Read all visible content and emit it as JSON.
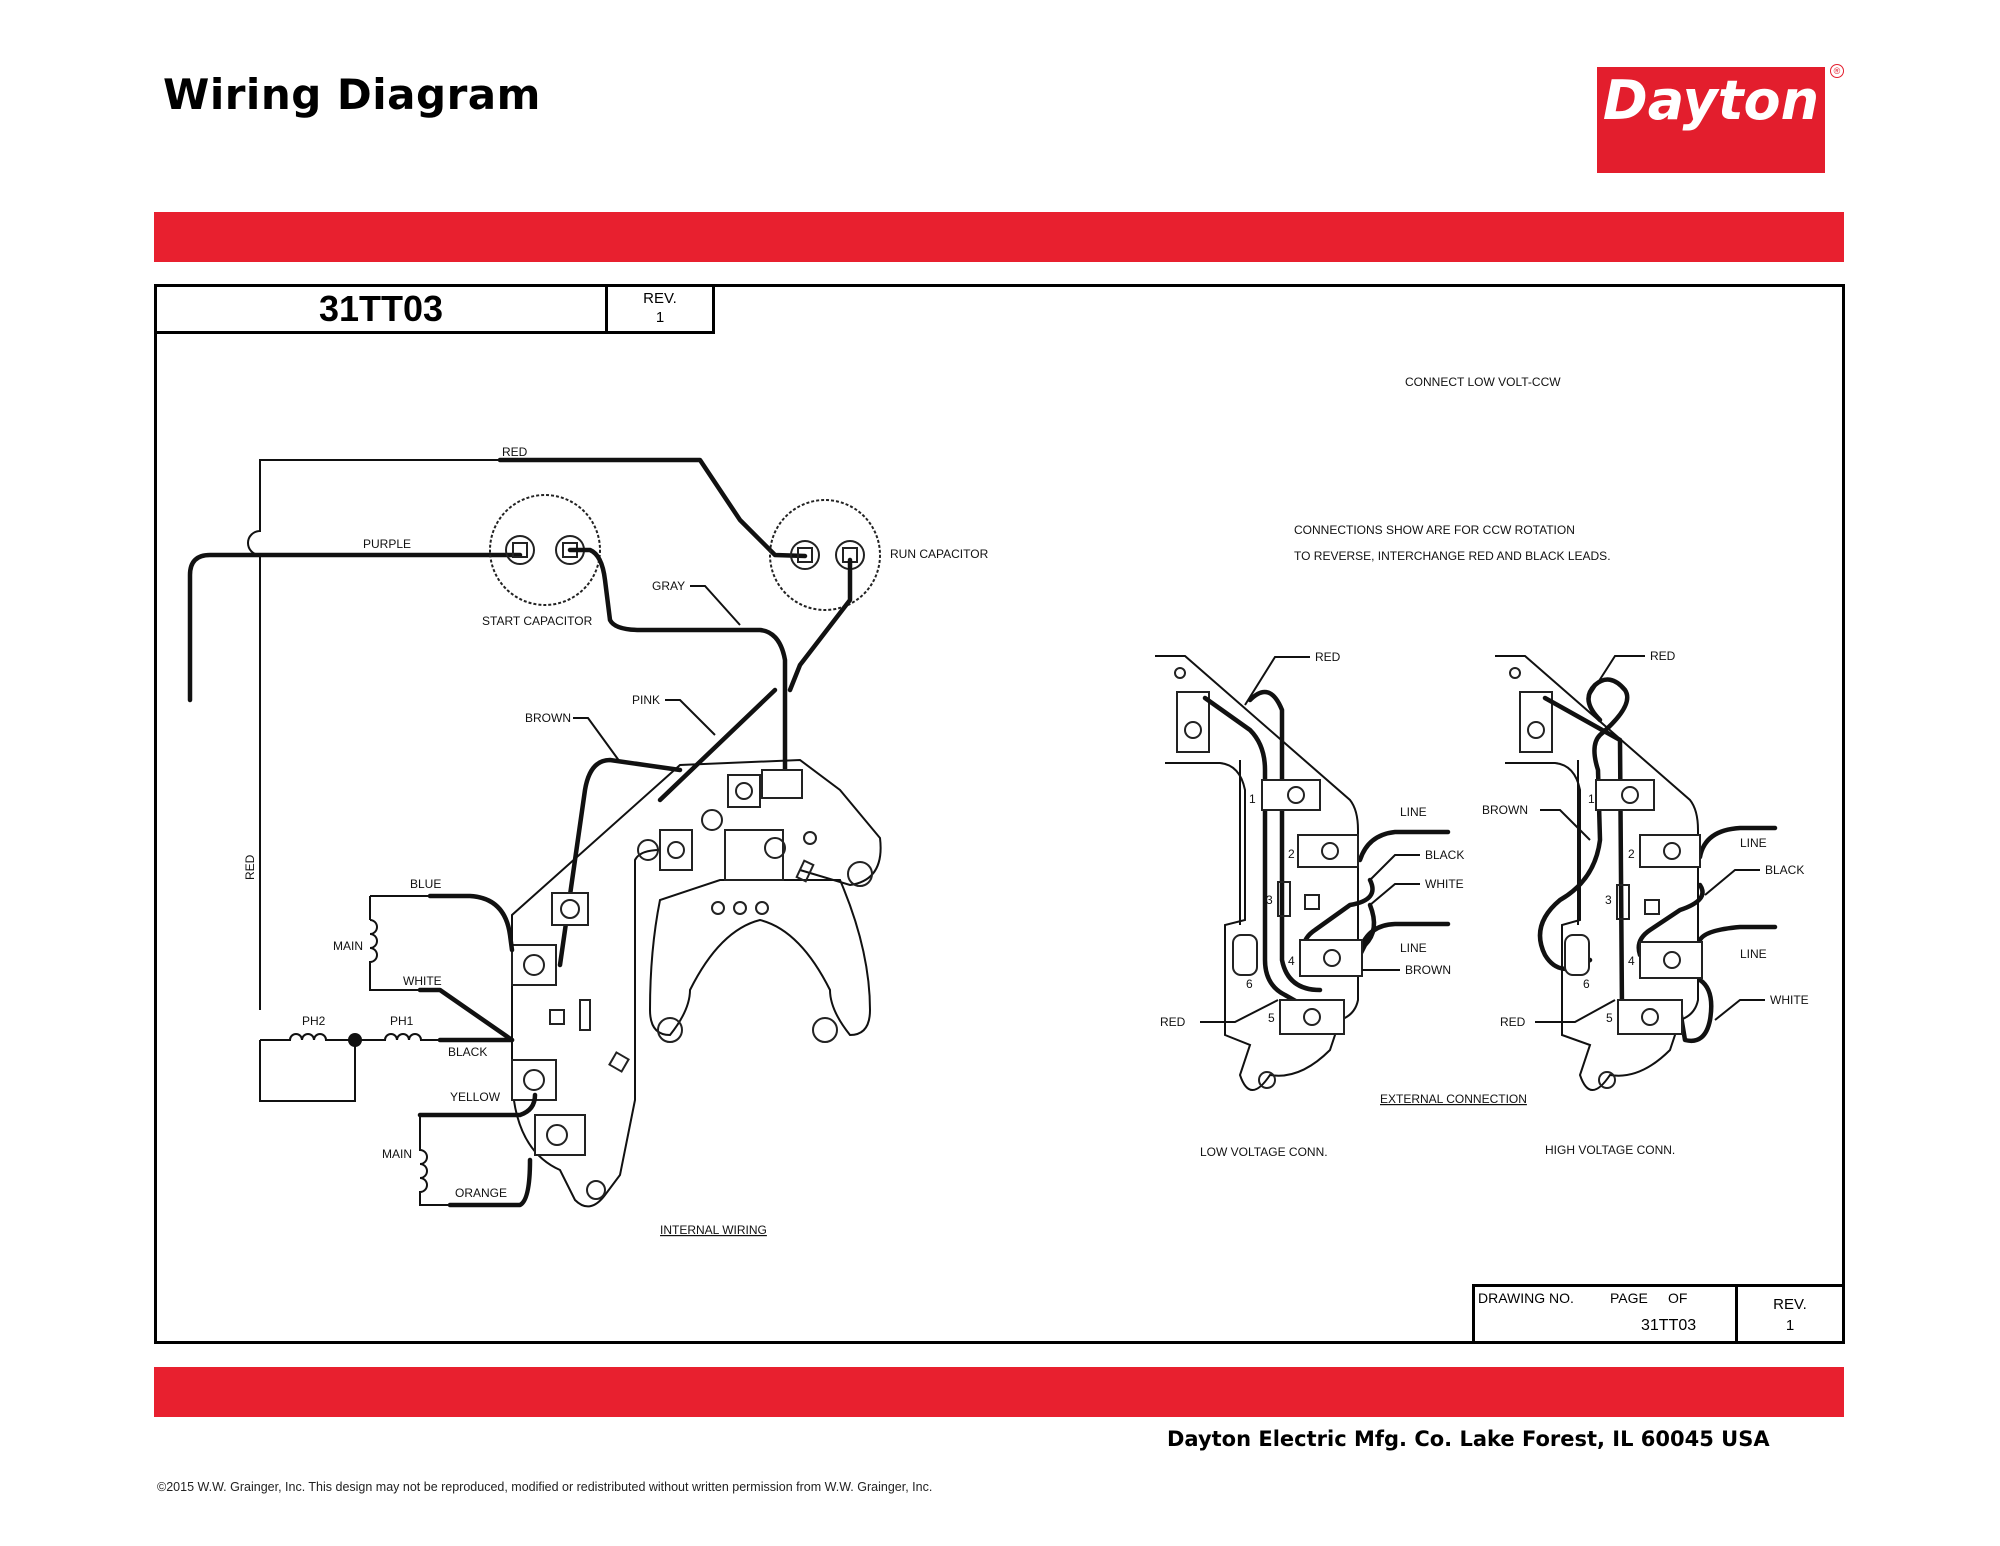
{
  "header": {
    "title": "Wiring Diagram",
    "logo_text": "Dayton",
    "logo_registered": "®",
    "brand_color": "#e31e2d"
  },
  "drawing_header": {
    "number": "31TT03",
    "rev_label": "REV.",
    "rev_value": "1"
  },
  "notes": {
    "connect": "CONNECT LOW VOLT-CCW",
    "rotation_line1": "CONNECTIONS SHOW ARE FOR CCW ROTATION",
    "rotation_line2": "TO REVERSE, INTERCHANGE RED AND BLACK LEADS."
  },
  "internal_wiring": {
    "caption": "INTERNAL WIRING",
    "wire_labels": {
      "red_top": "RED",
      "purple": "PURPLE",
      "gray": "GRAY",
      "pink": "PINK",
      "brown": "BROWN",
      "red_side": "RED",
      "blue": "BLUE",
      "white": "WHITE",
      "black": "BLACK",
      "yellow": "YELLOW",
      "orange": "ORANGE"
    },
    "components": {
      "start_capacitor": "START CAPACITOR",
      "run_capacitor": "RUN CAPACITOR",
      "main_upper": "MAIN",
      "main_lower": "MAIN",
      "ph2": "PH2",
      "ph1": "PH1"
    }
  },
  "external_connection": {
    "caption": "EXTERNAL CONNECTION",
    "low_voltage": {
      "caption": "LOW VOLTAGE CONN.",
      "labels": {
        "red_top": "RED",
        "line1": "LINE",
        "black": "BLACK",
        "white": "WHITE",
        "line2": "LINE",
        "brown": "BROWN",
        "red_bottom": "RED"
      },
      "terminals": [
        "1",
        "2",
        "3",
        "4",
        "5",
        "6"
      ]
    },
    "high_voltage": {
      "caption": "HIGH VOLTAGE CONN.",
      "labels": {
        "red_top": "RED",
        "brown": "BROWN",
        "line1": "LINE",
        "black": "BLACK",
        "line2": "LINE",
        "white": "WHITE",
        "red_bottom": "RED"
      },
      "terminals": [
        "1",
        "2",
        "3",
        "4",
        "5",
        "6"
      ]
    }
  },
  "title_block": {
    "drawing_no_label": "DRAWING NO.",
    "page_label": "PAGE",
    "of_label": "OF",
    "drawing_no": "31TT03",
    "rev_label": "REV.",
    "rev_value": "1"
  },
  "footer": {
    "company": "Dayton Electric Mfg. Co.  Lake Forest, IL  60045  USA",
    "copyright": "©2015 W.W. Grainger, Inc.   This design may not be reproduced, modified or redistributed without written permission from W.W. Grainger, Inc."
  }
}
